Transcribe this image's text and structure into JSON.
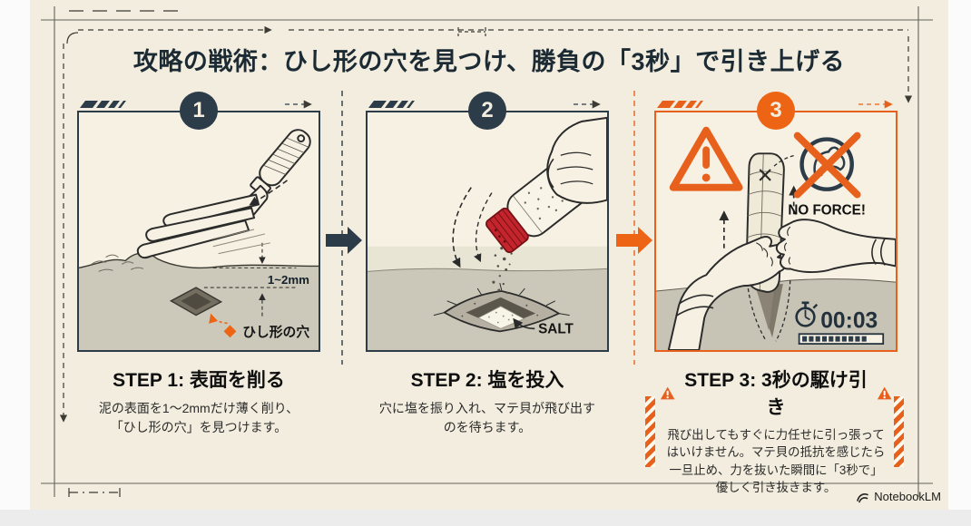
{
  "header": {
    "title": "攻略の戦術：ひし形の穴を見つけ、勝負の「3秒」で引き上げる"
  },
  "steps": [
    {
      "number": "1",
      "heading": "STEP 1: 表面を削る",
      "body": "泥の表面を1〜2mmだけ薄く削り、\n「ひし形の穴」を見つけます。",
      "depth_label": "1~2mm",
      "hole_label": "ひし形の穴"
    },
    {
      "number": "2",
      "heading": "STEP 2: 塩を投入",
      "body": "穴に塩を振り入れ、マテ貝が飛び出す\nのを待ちます。",
      "salt_label": "SALT"
    },
    {
      "number": "3",
      "heading": "STEP 3: 3秒の駆け引き",
      "body": "飛び出してもすぐに力任せに引っ張って\nはいけません。マテ貝の抵抗を感じたら\n一旦止め、力を抜いた瞬間に「3秒で」\n優しく引き抜きます。",
      "no_force_label": "NO FORCE!",
      "timer_value": "00:03"
    }
  ],
  "footer": {
    "brand": "NotebookLM"
  },
  "colors": {
    "accent_orange": "#E8611C",
    "ink_navy": "#2D3C49",
    "canvas_cream": "#F2EDDE",
    "cap_red": "#C4242B"
  }
}
